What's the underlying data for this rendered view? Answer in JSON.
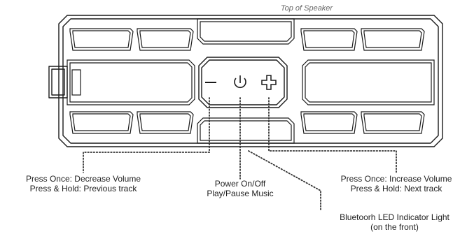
{
  "diagram": {
    "title": "Top of Speaker",
    "buttons": [
      {
        "name": "volume-down-button",
        "icon": "minus-icon"
      },
      {
        "name": "power-button",
        "icon": "power-icon"
      },
      {
        "name": "volume-up-button",
        "icon": "plus-icon"
      }
    ],
    "labels": {
      "minus": {
        "line1": "Press Once: Decrease Volume",
        "line2": "Press & Hold: Previous track"
      },
      "power": {
        "line1": "Power On/Off",
        "line2": "Play/Pause Music"
      },
      "plus": {
        "line1": "Press Once: Increase Volume",
        "line2": "Press & Hold: Next track"
      },
      "led": {
        "line1": "Bluetoorh LED Indicator Light",
        "line2": "(on the front)"
      }
    },
    "colors": {
      "stroke": "#1a1a1a",
      "leader": "#333333",
      "text": "#222222",
      "title": "#666666"
    }
  }
}
